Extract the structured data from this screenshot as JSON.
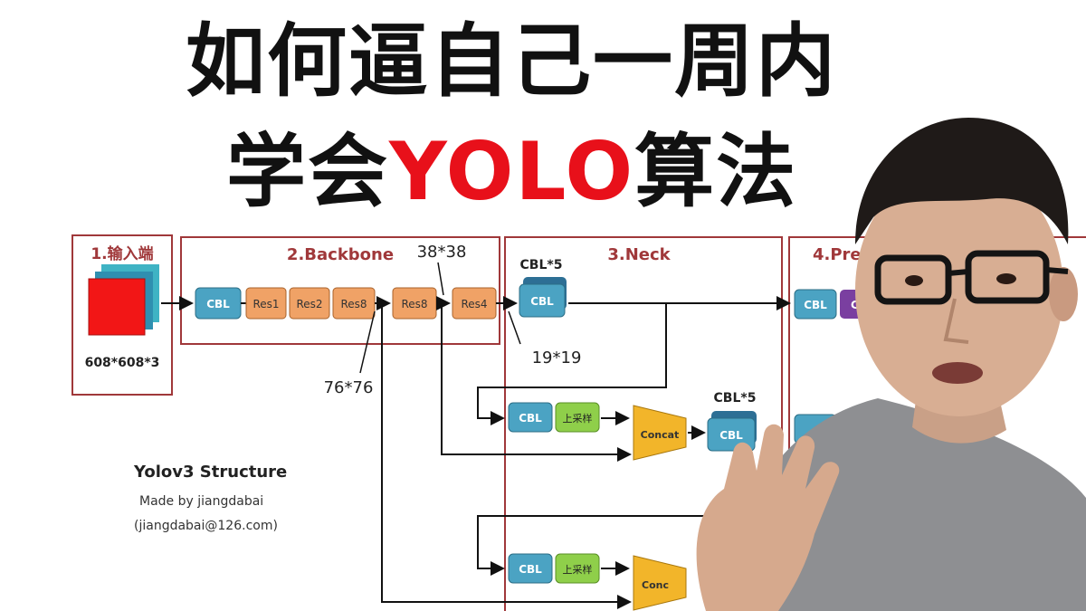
{
  "headline": {
    "line1": "如何逼自己一周内",
    "line2_prefix": "学会",
    "line2_highlight": "YOLO",
    "line2_suffix": "算法"
  },
  "diagram": {
    "sections": {
      "input": "1.输入端",
      "backbone": "2.Backbone",
      "neck": "3.Neck",
      "prediction": "4.Pre"
    },
    "input_size": "608*608*3",
    "dims": {
      "d38": "38*38",
      "d19": "19*19",
      "d76": "76*76"
    },
    "blocks": {
      "cbl": "CBL",
      "res1": "Res1",
      "res2": "Res2",
      "res8a": "Res8",
      "res8b": "Res8",
      "res4": "Res4",
      "cbl5": "CBL*5",
      "upsample": "上采样",
      "concat": "Concat",
      "conv_partial": "Co",
      "concat_partial": "Conc"
    },
    "credits": {
      "title": "Yolov3 Structure",
      "author": "Made by jiangdabai",
      "email": "(jiangdabai@126.com)"
    }
  },
  "colors": {
    "highlight": "#e8101a",
    "section_border": "#a0383a",
    "cbl_fill": "#4ba3c3",
    "res_fill": "#f0a266",
    "upsample_fill": "#8fcf4a",
    "concat_fill": "#f2b52a",
    "conv_fill": "#7a3fa0",
    "input_red": "#f21616"
  }
}
